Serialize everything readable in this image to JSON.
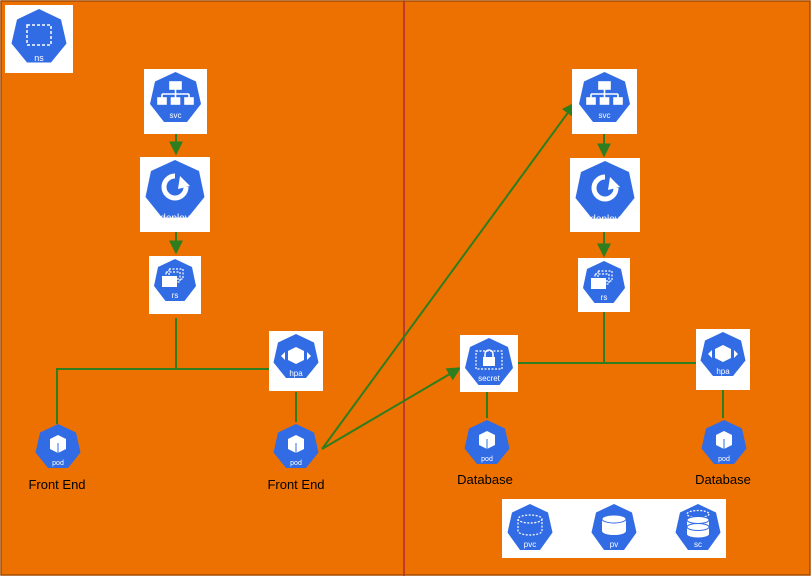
{
  "colors": {
    "background": "#ED7100",
    "border": "#A34A00",
    "divider": "#C0392B",
    "connector": "#2E7D1E",
    "icon_blue": "#326CE5"
  },
  "namespace": {
    "label": "ns",
    "icon": "namespace-icon"
  },
  "frontend": {
    "svc": {
      "label": "svc",
      "icon": "svc-icon"
    },
    "deploy": {
      "label": "deploy",
      "icon": "deploy-icon"
    },
    "rs": {
      "label": "rs",
      "icon": "rs-icon"
    },
    "hpa": {
      "label": "hpa",
      "icon": "hpa-icon"
    },
    "pod1": {
      "label": "pod",
      "caption": "Front End",
      "icon": "pod-icon"
    },
    "pod2": {
      "label": "pod",
      "caption": "Front End",
      "icon": "pod-icon"
    }
  },
  "database": {
    "svc": {
      "label": "svc",
      "icon": "svc-icon"
    },
    "deploy": {
      "label": "deploy",
      "icon": "deploy-icon"
    },
    "rs": {
      "label": "rs",
      "icon": "rs-icon"
    },
    "secret": {
      "label": "secret",
      "icon": "secret-icon"
    },
    "hpa": {
      "label": "hpa",
      "icon": "hpa-icon"
    },
    "pod1": {
      "label": "pod",
      "caption": "Database",
      "icon": "pod-icon"
    },
    "pod2": {
      "label": "pod",
      "caption": "Database",
      "icon": "pod-icon"
    }
  },
  "storage": {
    "pvc": {
      "label": "pvc",
      "icon": "pvc-icon"
    },
    "pv": {
      "label": "pv",
      "icon": "pv-icon"
    },
    "sc": {
      "label": "sc",
      "icon": "sc-icon"
    }
  }
}
